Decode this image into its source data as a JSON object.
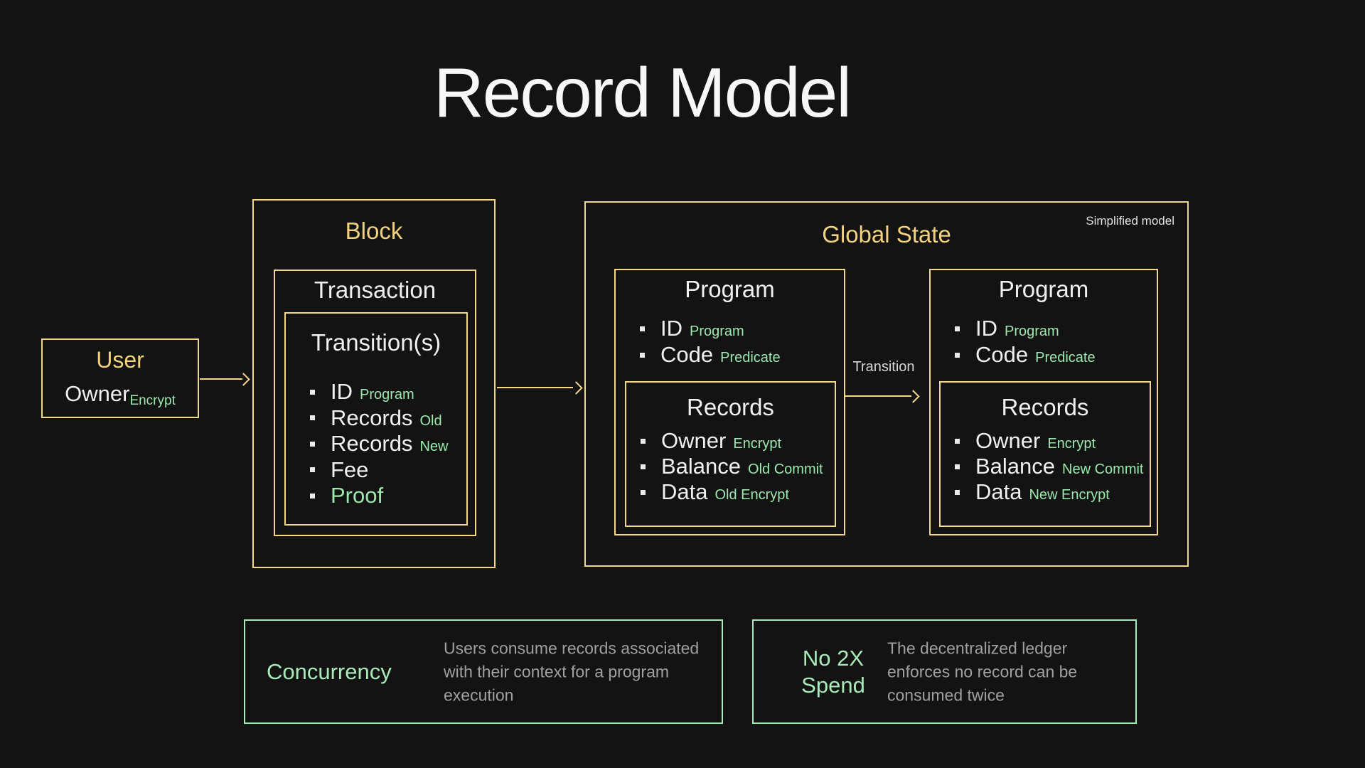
{
  "title": "Record Model",
  "user_box": {
    "title": "User",
    "owner_label": "Owner",
    "owner_sub": "Encrypt"
  },
  "block": {
    "title": "Block",
    "transaction": {
      "title": "Transaction",
      "transitions": {
        "title": "Transition(s)",
        "items": [
          {
            "label": "ID",
            "sub": "Program"
          },
          {
            "label": "Records",
            "sub": "Old"
          },
          {
            "label": "Records",
            "sub": "New"
          },
          {
            "label": "Fee",
            "sub": ""
          },
          {
            "label": "Proof",
            "sub": ""
          }
        ]
      }
    }
  },
  "global_state": {
    "title": "Global State",
    "note": "Simplified model",
    "transition_label": "Transition",
    "programs": [
      {
        "title": "Program",
        "fields": [
          {
            "label": "ID",
            "sub": "Program"
          },
          {
            "label": "Code",
            "sub": "Predicate"
          }
        ],
        "records": {
          "title": "Records",
          "fields": [
            {
              "label": "Owner",
              "sub": "Encrypt"
            },
            {
              "label": "Balance",
              "sub": "Old Commit"
            },
            {
              "label": "Data",
              "sub": "Old Encrypt"
            }
          ]
        }
      },
      {
        "title": "Program",
        "fields": [
          {
            "label": "ID",
            "sub": "Program"
          },
          {
            "label": "Code",
            "sub": "Predicate"
          }
        ],
        "records": {
          "title": "Records",
          "fields": [
            {
              "label": "Owner",
              "sub": "Encrypt"
            },
            {
              "label": "Balance",
              "sub": "New Commit"
            },
            {
              "label": "Data",
              "sub": "New Encrypt"
            }
          ]
        }
      }
    ]
  },
  "callouts": [
    {
      "title": "Concurrency",
      "description": "Users consume records associated with their context for a program execution"
    },
    {
      "title": "No 2X Spend",
      "description": "The decentralized ledger enforces no record can be consumed twice"
    }
  ],
  "colors": {
    "background": "#131313",
    "gold": "#F5D78A",
    "green_text": "#9BE8AD",
    "green_border": "#A9ECB9",
    "white": "#F2F2F2",
    "gray_text": "#A0A0A0"
  }
}
